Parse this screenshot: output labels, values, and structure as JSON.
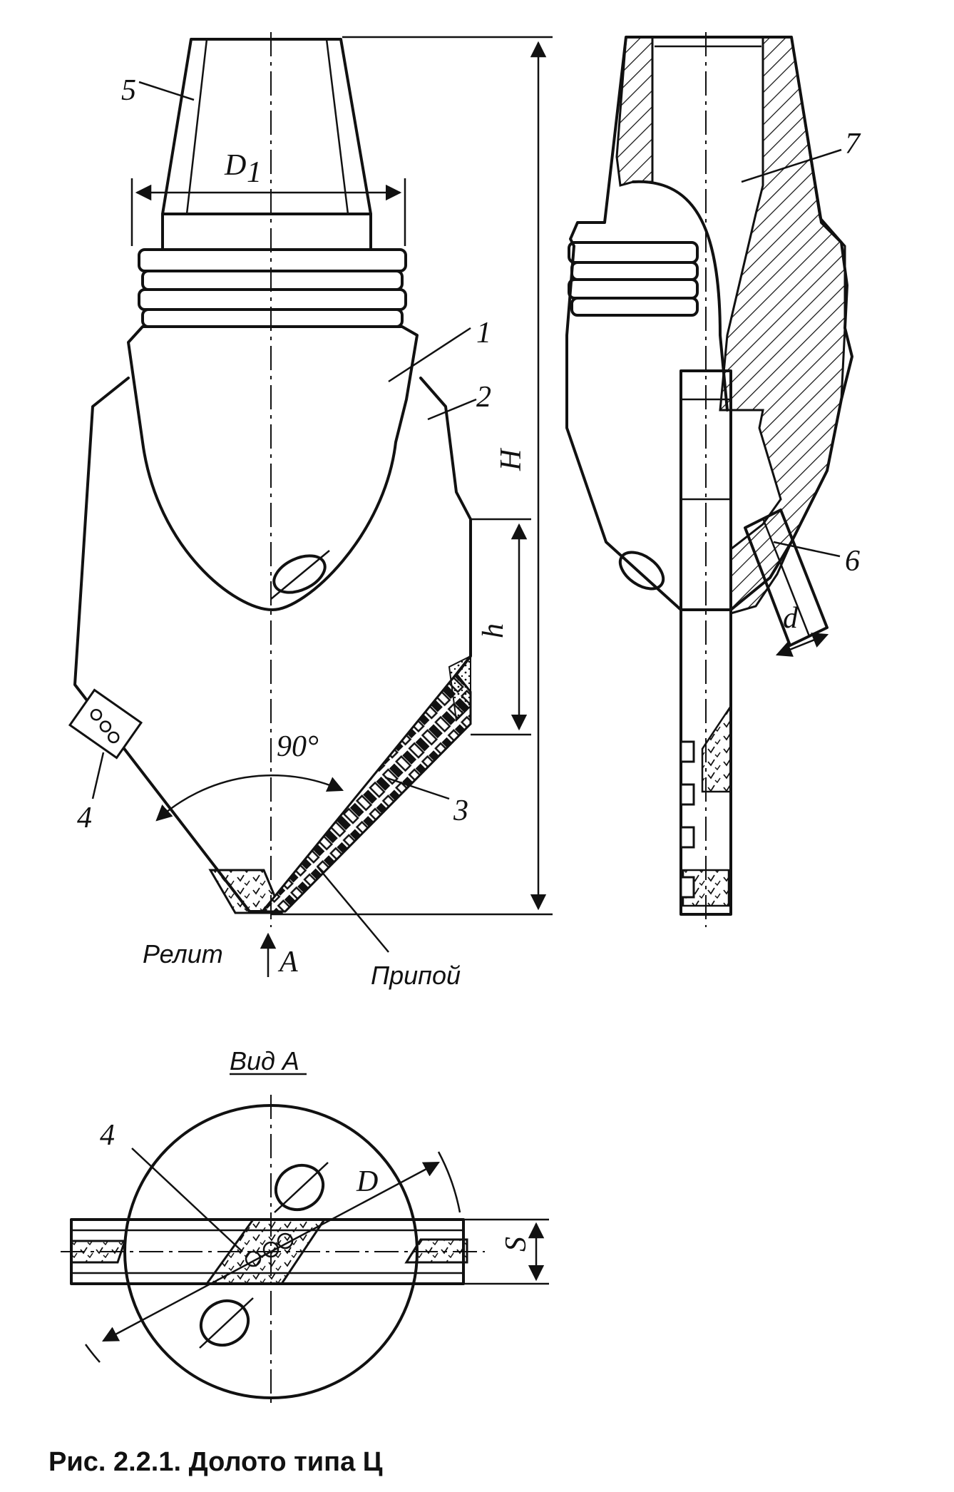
{
  "figure": {
    "caption": "Рис. 2.2.1. Долото типа Ц",
    "view_title": "Вид А",
    "labels": {
      "n1": "1",
      "n2": "2",
      "n3": "3",
      "n4": "4",
      "n5": "5",
      "n6": "6",
      "n7": "7",
      "n4_view": "4",
      "d1": "D",
      "d1_sub": "1",
      "h_big": "H",
      "h_small": "h",
      "d_small": "d",
      "d_big": "D",
      "s": "S",
      "angle": "90°",
      "relit": "Релит",
      "pripoi": "Припой",
      "arrow_a": "A"
    }
  },
  "colors": {
    "line": "#111111",
    "paper": "#ffffff"
  }
}
